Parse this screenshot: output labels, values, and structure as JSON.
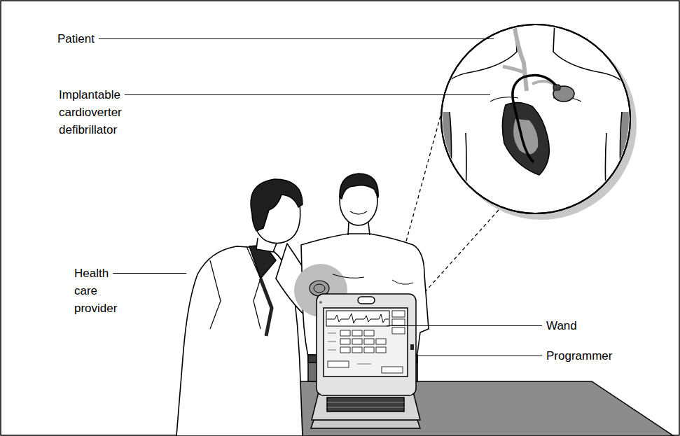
{
  "diagram": {
    "labels": [
      "Patient",
      "Implantable cardioverter defibrillator",
      "Health care provider",
      "Wand",
      "Programmer"
    ]
  }
}
